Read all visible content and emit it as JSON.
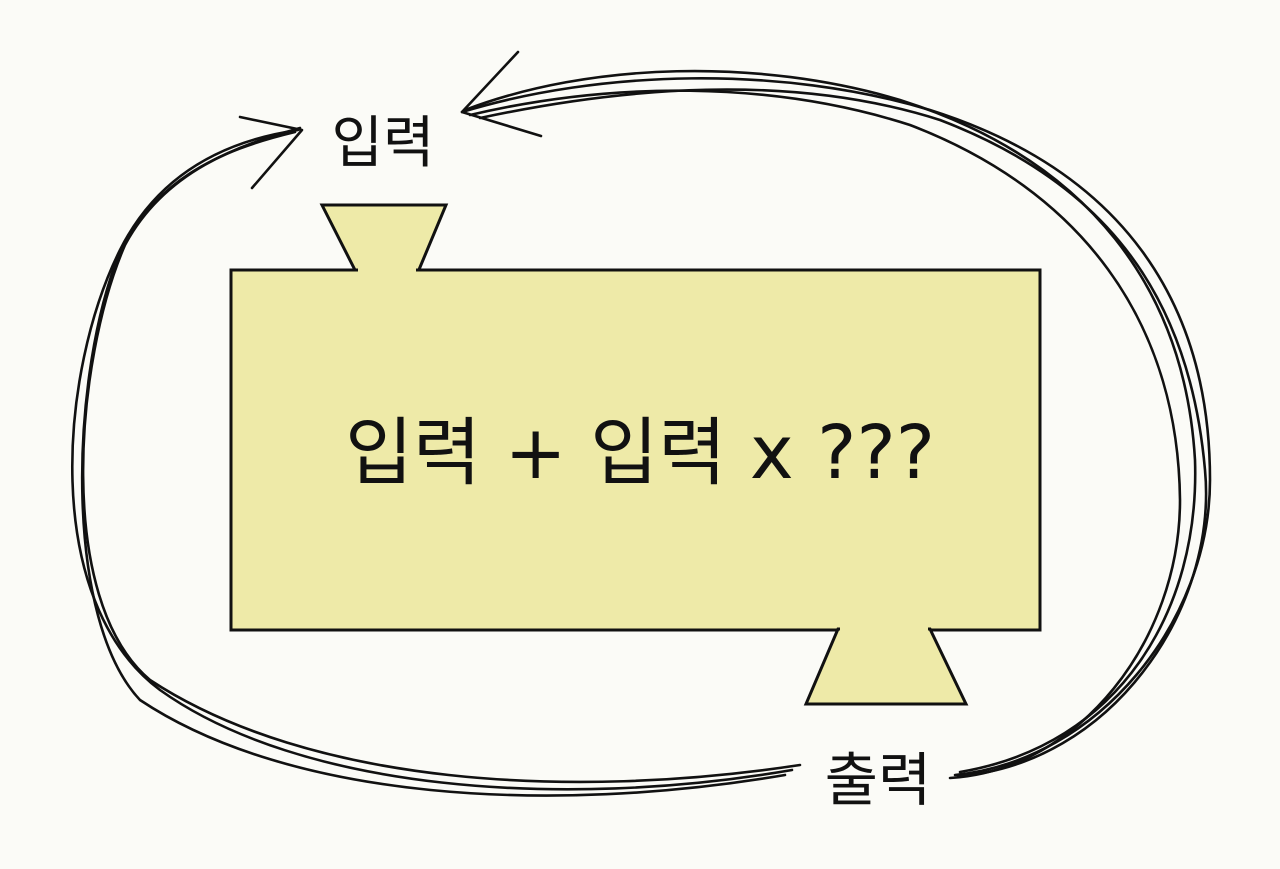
{
  "diagram": {
    "input_label": "입력",
    "formula": "입력 + 입력 x ???",
    "output_label": "출력",
    "colors": {
      "background": "#fbfbf7",
      "machine_fill": "#eeeaa8",
      "ink": "#111111"
    }
  }
}
